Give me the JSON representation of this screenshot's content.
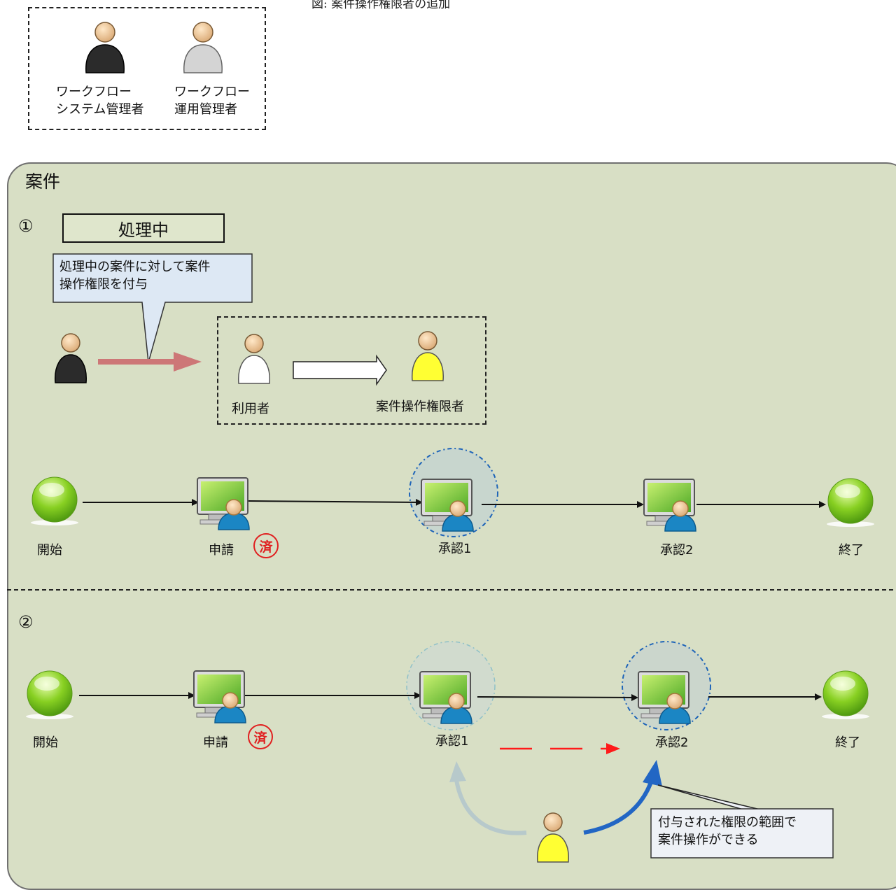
{
  "caption": "図: 案件操作権限者の追加",
  "legend": {
    "system_admin_line1": "ワークフロー",
    "system_admin_line2": "システム管理者",
    "ops_admin_line1": "ワークフロー",
    "ops_admin_line2": "運用管理者"
  },
  "panel": {
    "title": "案件",
    "section1": {
      "number": "①",
      "status": "処理中",
      "callout_line1": "処理中の案件に対して案件",
      "callout_line2": "操作権限を付与",
      "from_user": "利用者",
      "to_user": "案件操作権限者",
      "flow": {
        "start": "開始",
        "apply": "申請",
        "approve1": "承認1",
        "approve2": "承認2",
        "end": "終了",
        "done_stamp": "済"
      }
    },
    "section2": {
      "number": "②",
      "flow": {
        "start": "開始",
        "apply": "申請",
        "approve1": "承認1",
        "approve2": "承認2",
        "end": "終了",
        "done_stamp": "済"
      },
      "callout_line1": "付与された権限の範囲で",
      "callout_line2": "案件操作ができる"
    }
  },
  "colors": {
    "panel_bg": "#d8dfc5",
    "stamp_red": "#e02020",
    "grant_arrow": "#cd7777",
    "move_arrow": "#2266c4",
    "faded_arrow": "#b7c9cb",
    "operator_yellow": "#ffff33"
  }
}
